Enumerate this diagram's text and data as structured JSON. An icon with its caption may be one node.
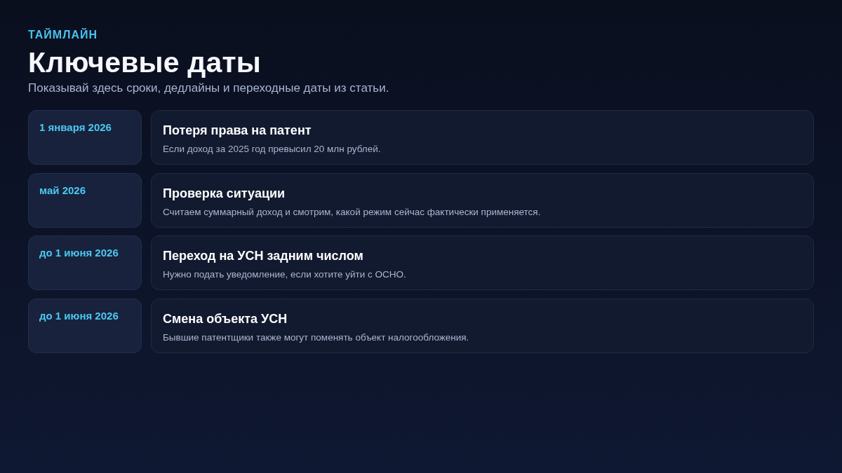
{
  "diagram": {
    "title": "Ключевые даты",
    "nodes": [
      {
        "text": [
          "1 января 2026"
        ]
      },
      {
        "text": [
          "Потеря права на патент",
          "Если доход за 2025 год превысил 20 млн рублей."
        ]
      },
      {
        "text": [
          "май 2026"
        ]
      },
      {
        "text": [
          "Проверка ситуации",
          "Считаем суммарный доход и смотрим, какой режим сейчас фактически применяется."
        ]
      },
      {
        "text": [
          "до 1 июня 2026"
        ]
      },
      {
        "text": [
          "Переход на УСН задним числом",
          "Нужно подать уведомление, если хотите уйти с ОСНО."
        ]
      },
      {
        "text": [
          "до 1 июня 2026"
        ]
      },
      {
        "text": [
          "Смена объекта УСН",
          "Бывшие патентщики также могут поменять объект налогообложения."
        ]
      }
    ],
    "labels": [
      "ТАЙМЛАЙН",
      "Показывай здесь сроки, дедлайны и переходные даты из статьи."
    ]
  }
}
